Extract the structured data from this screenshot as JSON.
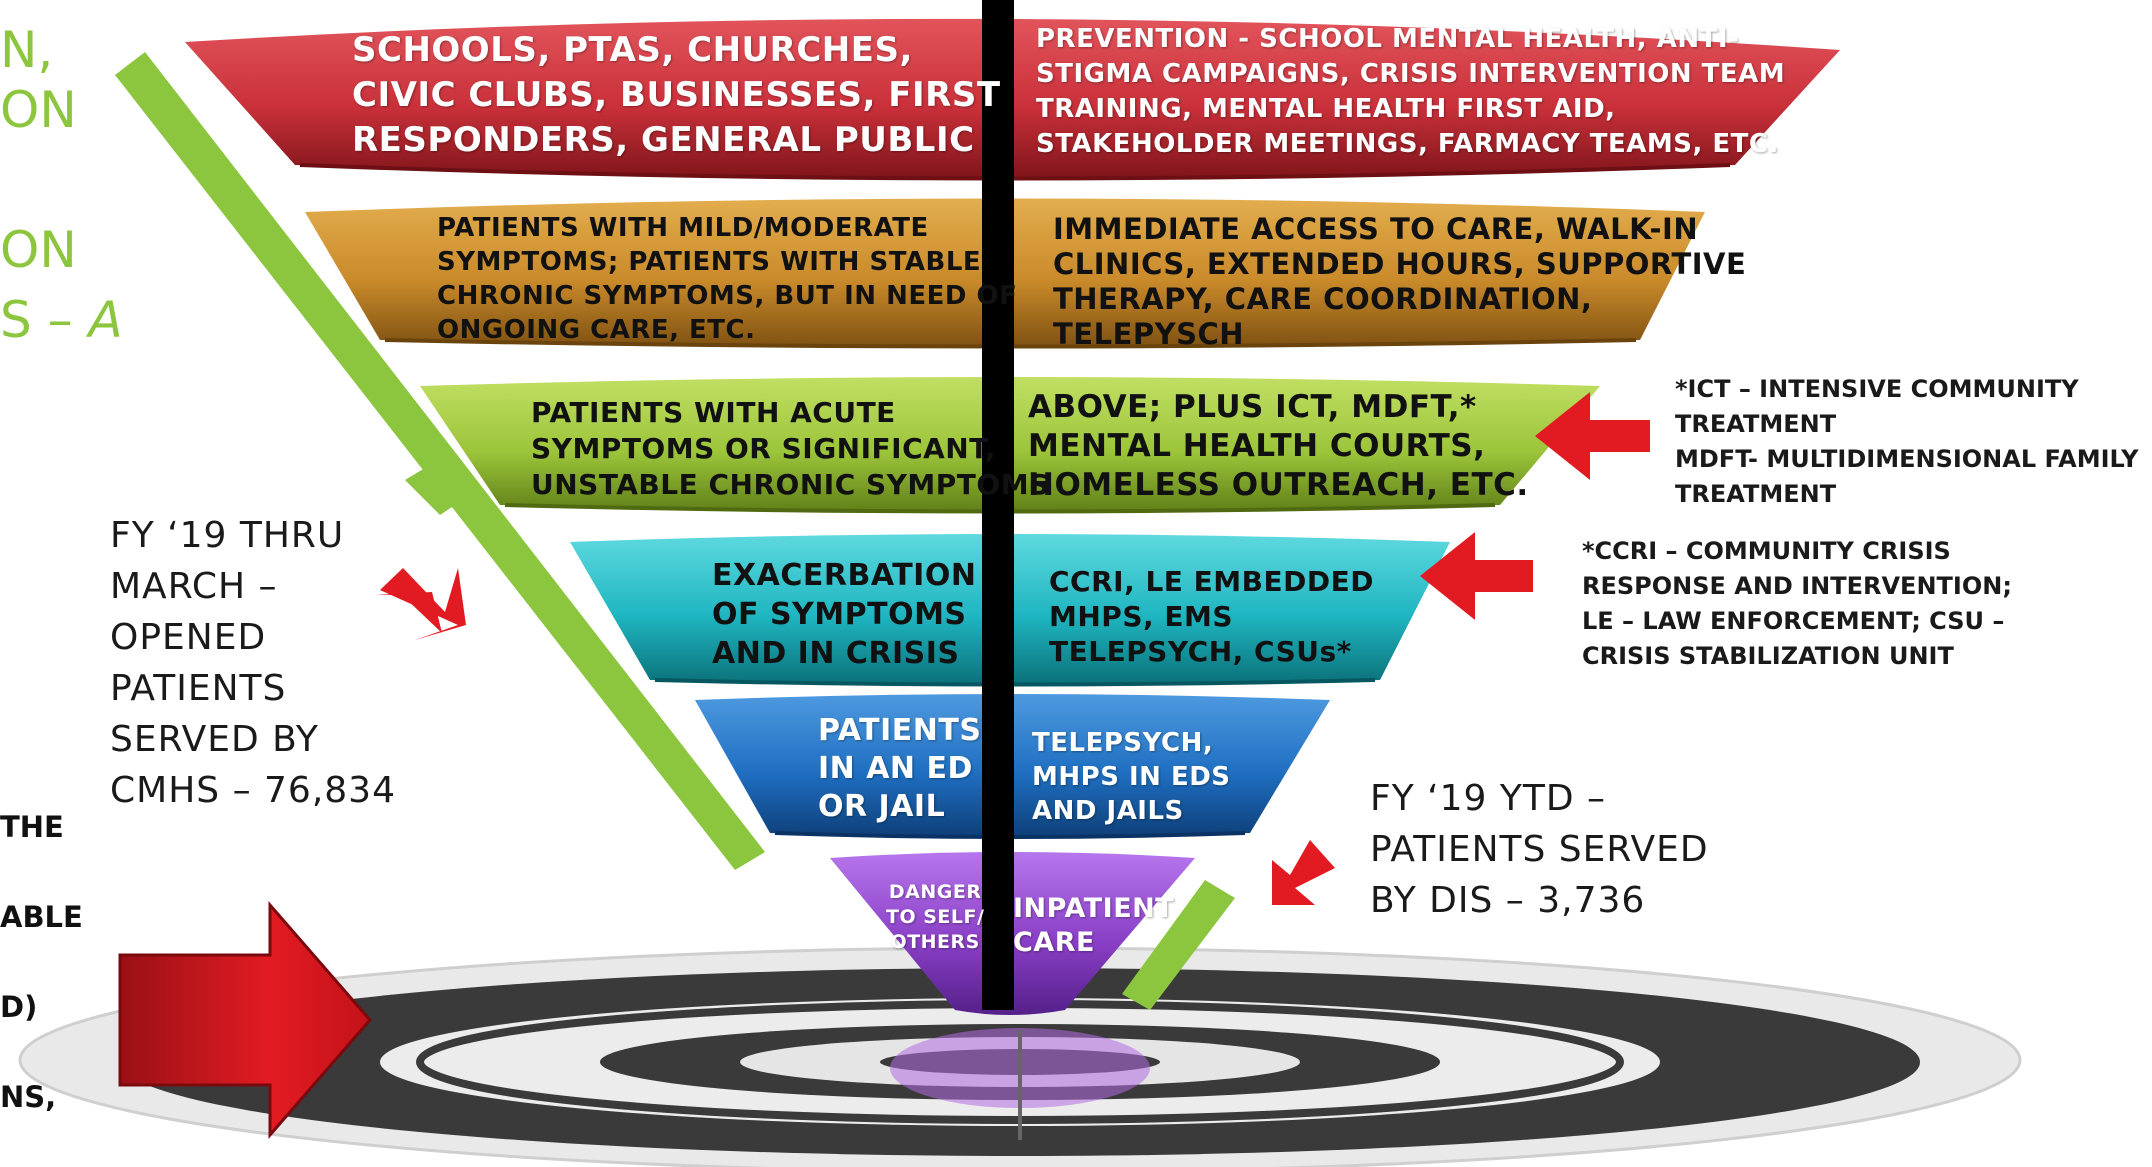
{
  "colors": {
    "tier1": "#c9303a",
    "tier2": "#c98a2a",
    "tier3": "#9cc53a",
    "tier4": "#1eb5c0",
    "tier5": "#1f6fc2",
    "tier6": "#8a3fc6",
    "accent_green": "#8cc63f",
    "arrow_red": "#e21b22",
    "divider": "#000000"
  },
  "left_cut_text": {
    "line1": "N,",
    "line2": "ON",
    "line3": "ON",
    "line4_prefix": "S – ",
    "line4_italic": "A"
  },
  "left_cut_black": [
    "THE",
    "ABLE",
    "D)",
    "NS,"
  ],
  "tiers": [
    {
      "left": "SCHOOLS, PTAS, CHURCHES,\nCIVIC CLUBS, BUSINESSES, FIRST\nRESPONDERS, GENERAL PUBLIC",
      "right": "PREVENTION - SCHOOL MENTAL HEALTH, ANTI-\nSTIGMA CAMPAIGNS, CRISIS INTERVENTION TEAM\nTRAINING, MENTAL HEALTH FIRST AID,\nSTAKEHOLDER MEETINGS, FARMACY TEAMS, ETC."
    },
    {
      "left": "PATIENTS WITH MILD/MODERATE\nSYMPTOMS; PATIENTS WITH STABLE\nCHRONIC SYMPTOMS, BUT IN NEED OF\nONGOING CARE, ETC.",
      "right": "IMMEDIATE ACCESS TO CARE, WALK-IN\nCLINICS, EXTENDED HOURS, SUPPORTIVE\nTHERAPY, CARE COORDINATION,\nTELEPYSCH"
    },
    {
      "left": "PATIENTS WITH ACUTE\nSYMPTOMS OR SIGNIFICANT,\nUNSTABLE CHRONIC SYMPTOMS",
      "right": "ABOVE; PLUS ICT, MDFT,*\nMENTAL HEALTH COURTS,\nHOMELESS OUTREACH, ETC."
    },
    {
      "left": "EXACERBATION\nOF SYMPTOMS\nAND IN CRISIS",
      "right": "CCRI, LE EMBEDDED\nMHPS, EMS\nTELEPSYCH, CSUs*"
    },
    {
      "left": "PATIENTS\nIN AN ED\nOR JAIL",
      "right": "TELEPSYCH,\nMHPS IN EDS\nAND JAILS"
    },
    {
      "left": "DANGER\nTO SELF/\nOTHERS",
      "right": "INPATIENT\nCARE"
    }
  ],
  "legend_ict": "*ICT – INTENSIVE COMMUNITY\nTREATMENT\nMDFT- MULTIDIMENSIONAL FAMILY\nTREATMENT",
  "legend_ccri": "*CCRI – COMMUNITY CRISIS\nRESPONSE AND INTERVENTION;\nLE – LAW ENFORCEMENT; CSU –\nCRISIS STABILIZATION UNIT",
  "note_cmhs": "FY ‘19 THRU\nMARCH –\nOPENED\nPATIENTS\nSERVED BY\nCMHS – 76,834",
  "note_dis": "FY ‘19 YTD –\nPATIENTS SERVED\nBY DIS – 3,736"
}
